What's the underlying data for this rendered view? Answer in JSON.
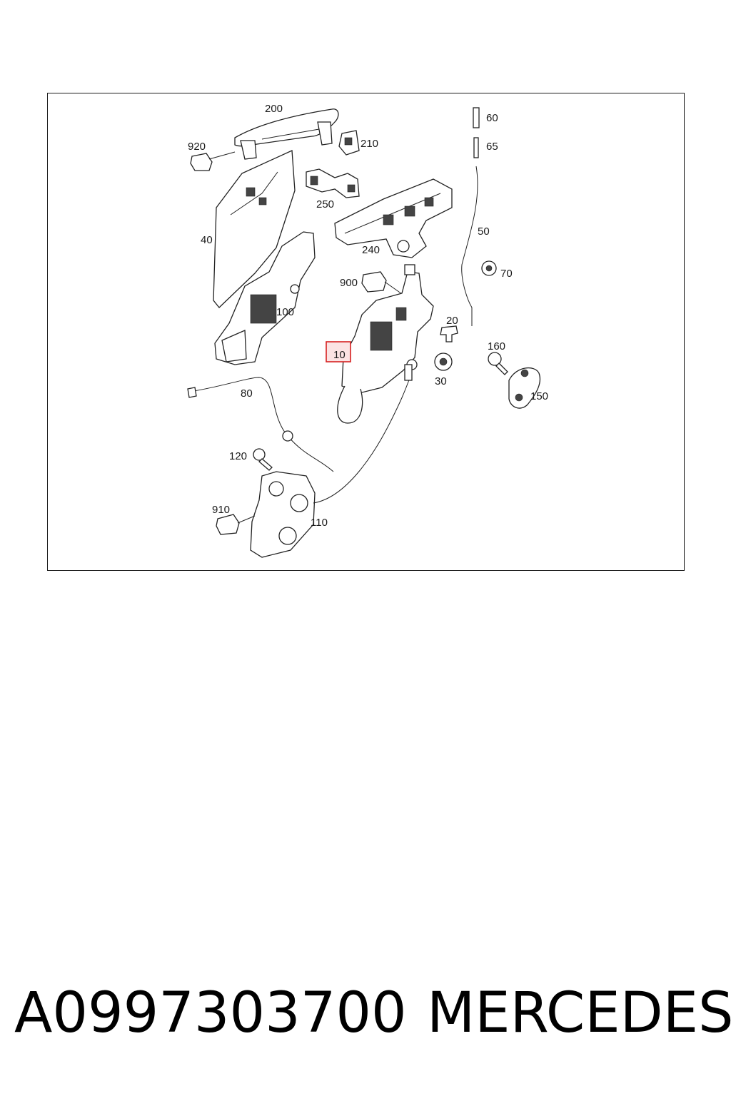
{
  "diagram": {
    "highlighted_label": "10",
    "labels": [
      {
        "id": "200",
        "text": "200"
      },
      {
        "id": "920",
        "text": "920"
      },
      {
        "id": "210",
        "text": "210"
      },
      {
        "id": "250",
        "text": "250"
      },
      {
        "id": "40",
        "text": "40"
      },
      {
        "id": "240",
        "text": "240"
      },
      {
        "id": "60",
        "text": "60"
      },
      {
        "id": "65",
        "text": "65"
      },
      {
        "id": "50",
        "text": "50"
      },
      {
        "id": "70",
        "text": "70"
      },
      {
        "id": "900",
        "text": "900"
      },
      {
        "id": "100",
        "text": "100"
      },
      {
        "id": "20",
        "text": "20"
      },
      {
        "id": "10",
        "text": "10"
      },
      {
        "id": "160",
        "text": "160"
      },
      {
        "id": "30",
        "text": "30"
      },
      {
        "id": "150",
        "text": "150"
      },
      {
        "id": "80",
        "text": "80"
      },
      {
        "id": "120",
        "text": "120"
      },
      {
        "id": "910",
        "text": "910"
      },
      {
        "id": "110",
        "text": "110"
      }
    ]
  },
  "footer": {
    "part_number": "A0997303700",
    "brand": "MERCEDES"
  },
  "colors": {
    "highlight_stroke": "#d62020",
    "highlight_fill": "#fbe3e3",
    "line": "#222222"
  }
}
